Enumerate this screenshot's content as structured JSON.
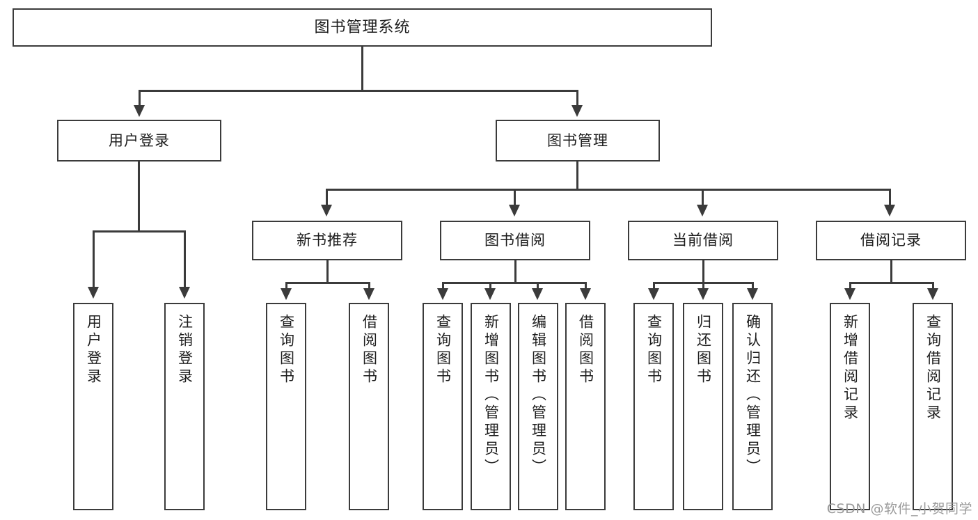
{
  "diagram": {
    "type": "tree",
    "title": "图书管理系统",
    "root": {
      "id": "root",
      "label": "图书管理系统"
    },
    "level2": [
      {
        "id": "user-login",
        "label": "用户登录"
      },
      {
        "id": "book-manage",
        "label": "图书管理"
      }
    ],
    "level3": [
      {
        "id": "new-book-rec",
        "label": "新书推荐",
        "parent": "book-manage"
      },
      {
        "id": "book-borrow",
        "label": "图书借阅",
        "parent": "book-manage"
      },
      {
        "id": "current-borrow",
        "label": "当前借阅",
        "parent": "book-manage"
      },
      {
        "id": "borrow-record",
        "label": "借阅记录",
        "parent": "book-manage"
      }
    ],
    "leaves": {
      "user-login": [
        {
          "id": "leaf-user-login",
          "label": "用户登录"
        },
        {
          "id": "leaf-user-logout",
          "label": "注销登录"
        }
      ],
      "new-book-rec": [
        {
          "id": "leaf-query-book-1",
          "label": "查询图书"
        },
        {
          "id": "leaf-borrow-book-1",
          "label": "借阅图书"
        }
      ],
      "book-borrow": [
        {
          "id": "leaf-query-book-2",
          "label": "查询图书"
        },
        {
          "id": "leaf-add-book",
          "label": "新增图书（管理员）"
        },
        {
          "id": "leaf-edit-book",
          "label": "编辑图书（管理员）"
        },
        {
          "id": "leaf-borrow-book-2",
          "label": "借阅图书"
        }
      ],
      "current-borrow": [
        {
          "id": "leaf-query-book-3",
          "label": "查询图书"
        },
        {
          "id": "leaf-return-book",
          "label": "归还图书"
        },
        {
          "id": "leaf-confirm-return",
          "label": "确认归还（管理员）"
        }
      ],
      "borrow-record": [
        {
          "id": "leaf-add-record",
          "label": "新增借阅记录"
        },
        {
          "id": "leaf-query-record",
          "label": "查询借阅记录"
        }
      ]
    },
    "colors": {
      "stroke": "#3b3b3b",
      "fill": "#ffffff",
      "text": "#1d1d1d",
      "watermark": "#9a9a9a"
    }
  },
  "watermark": {
    "text": "CSDN @软件_小贺同学"
  }
}
